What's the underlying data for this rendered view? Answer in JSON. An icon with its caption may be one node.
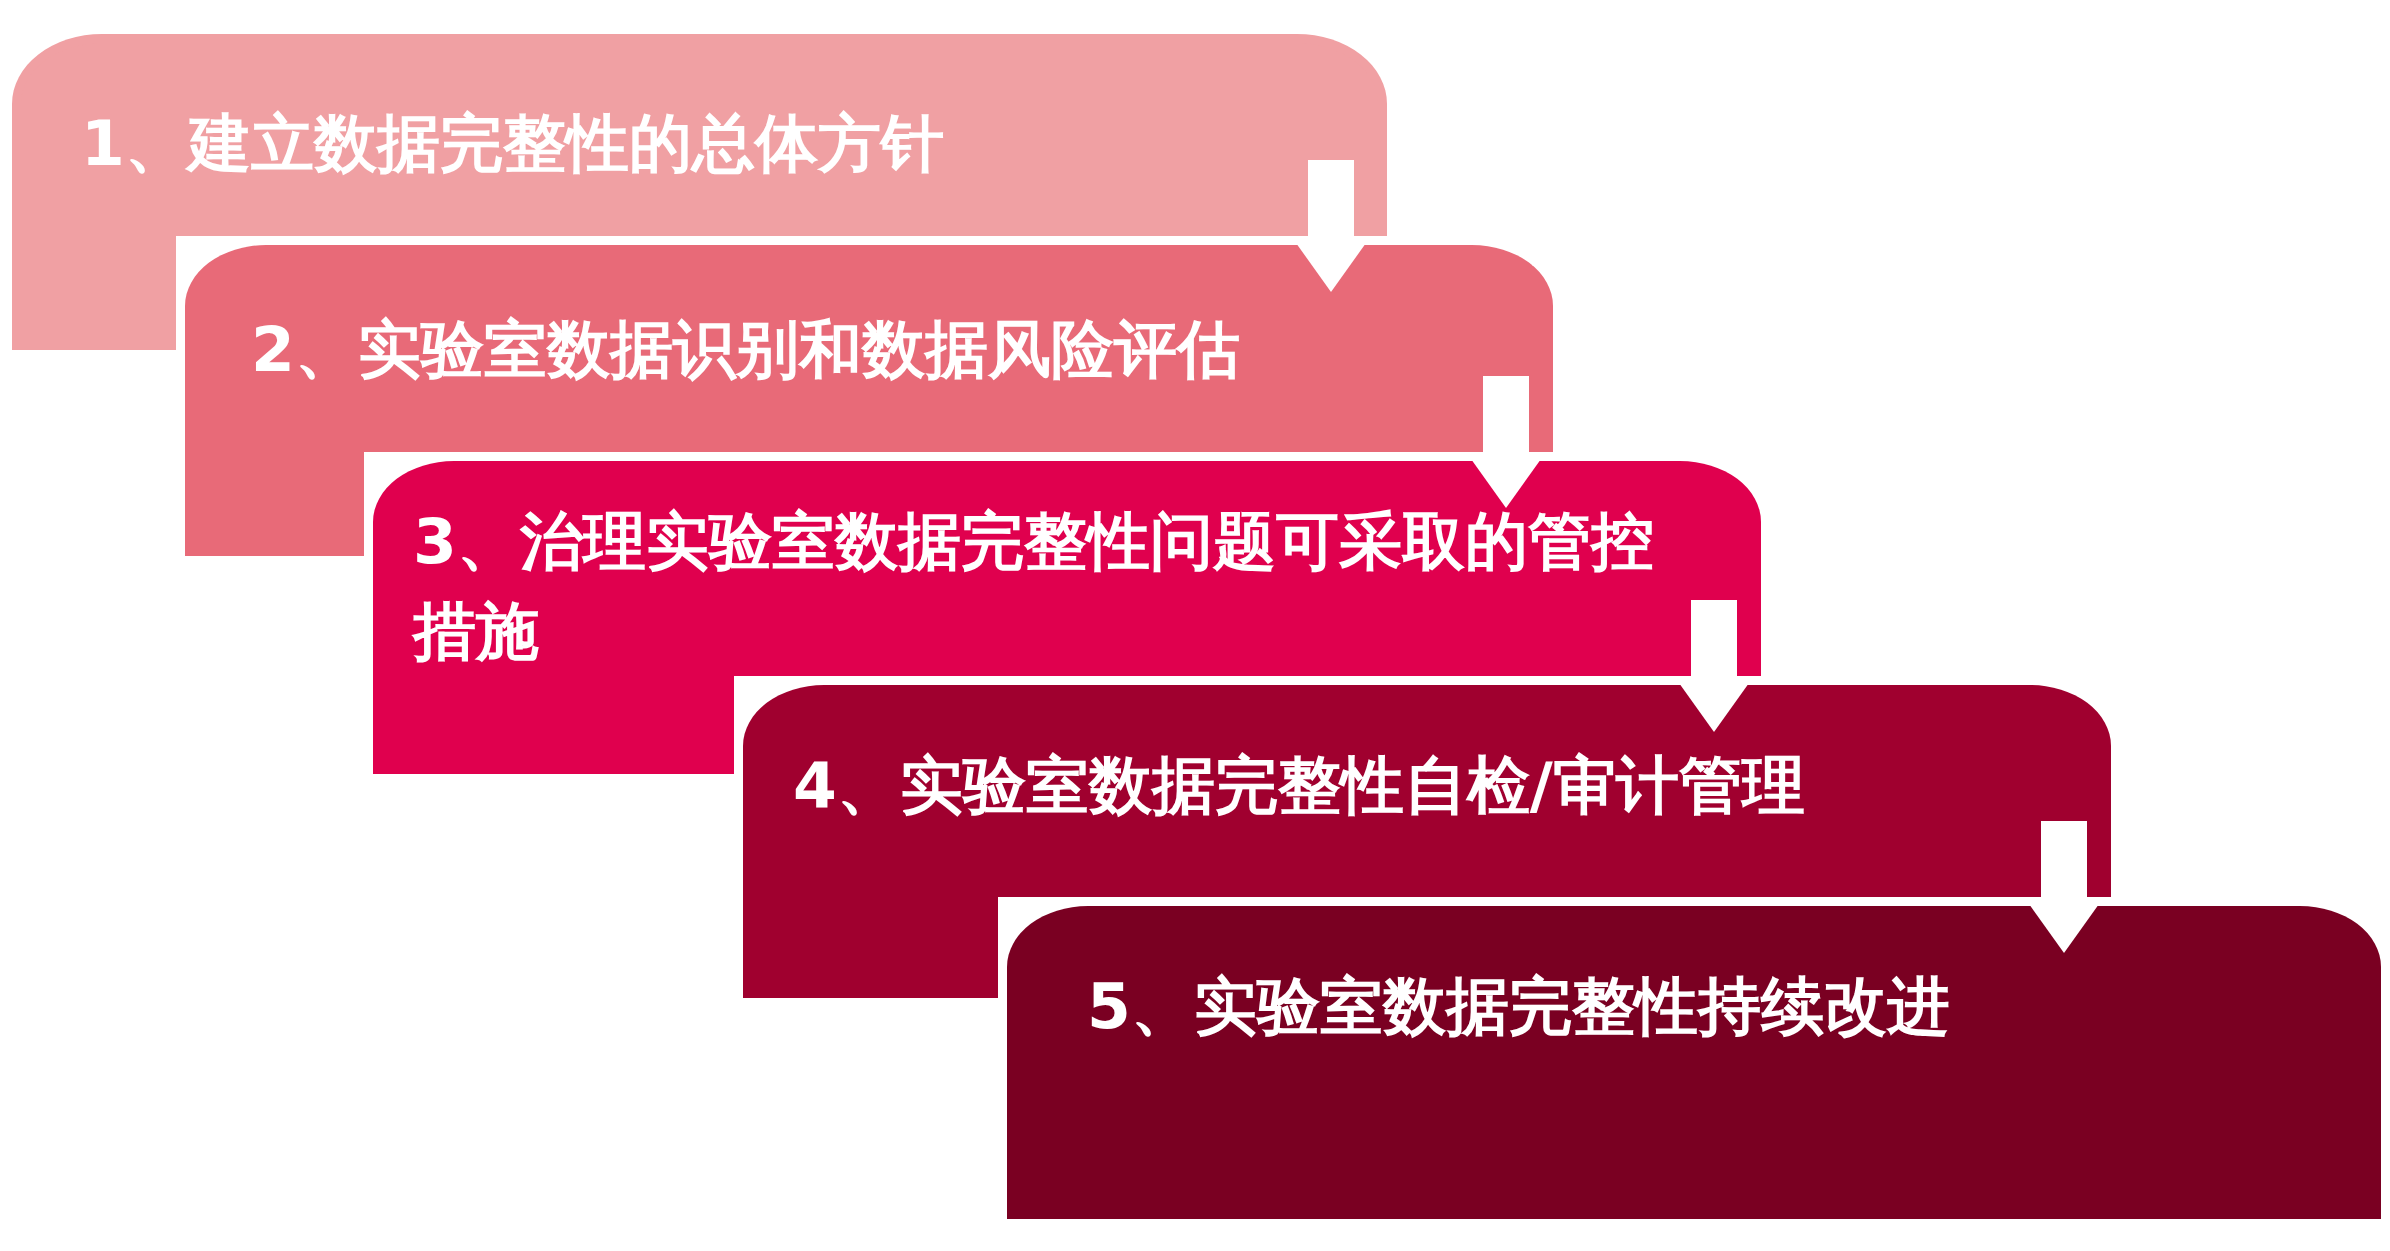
{
  "diagram": {
    "nodes": [
      {
        "text": [
          "1、建立数据完整性的总体方针"
        ]
      },
      {
        "text": [
          "2、实验室数据识别和数据风险评估"
        ]
      },
      {
        "text": [
          "3、治理实验室数据完整性问题可采取的管控措施"
        ]
      },
      {
        "text": [
          "4、实验室数据完整性自检/审计管理"
        ]
      },
      {
        "text": [
          "5、实验室数据完整性持续改进"
        ]
      }
    ],
    "edges": [
      {
        "from": 0,
        "to": 1,
        "arrow": "to"
      },
      {
        "from": 1,
        "to": 2,
        "arrow": "to"
      },
      {
        "from": 2,
        "to": 3,
        "arrow": "to"
      },
      {
        "from": 3,
        "to": 4,
        "arrow": "to"
      }
    ]
  }
}
